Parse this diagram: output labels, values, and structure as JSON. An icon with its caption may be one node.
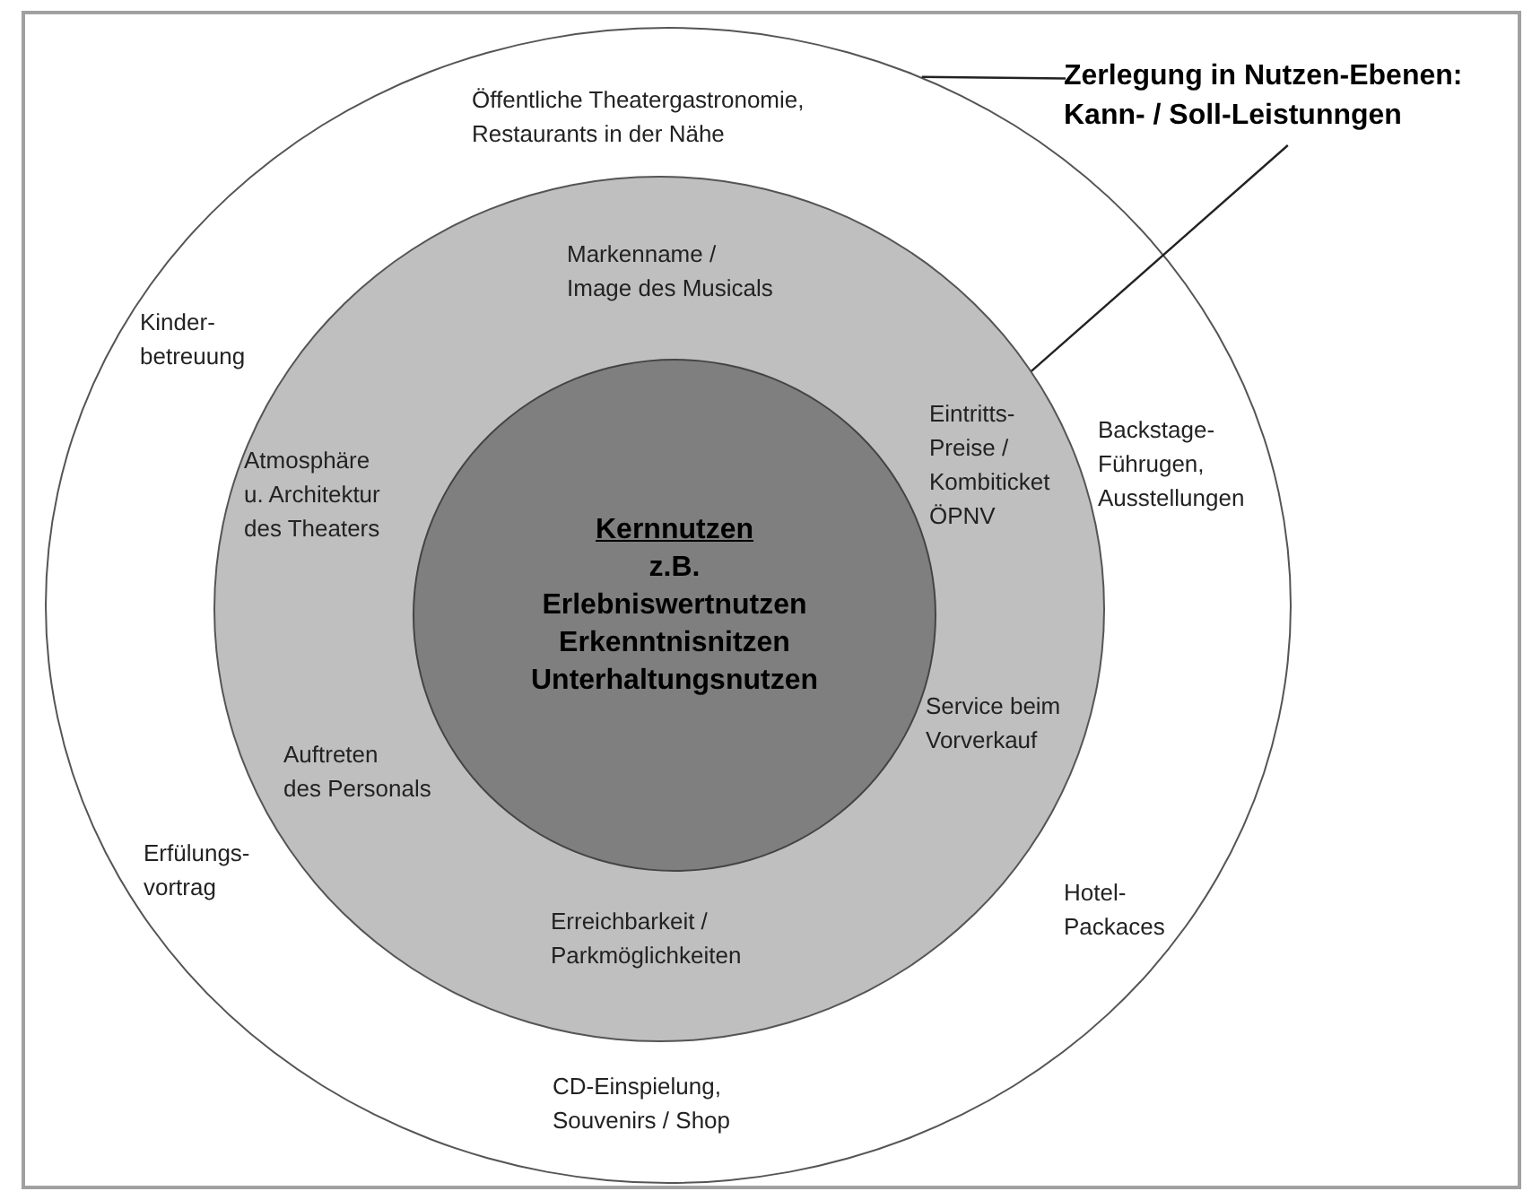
{
  "diagram": {
    "nodes": [
      {
        "text": [
          "Öffentliche Theatergastronomie, Restaurants in der Nähe",
          "Kinder- betreuung",
          "Backstage- Führugen, Ausstellungen",
          "Erfülungs- vortrag",
          "Hotel- Packaces",
          "CD-Einspielung, Souvenirs / Shop"
        ]
      },
      {
        "text": [
          "Markenname / Image des Musicals",
          "Atmosphäre u. Architektur des Theaters",
          "Eintritts- Preise / Kombiticket ÖPNV",
          "Auftreten des Personals",
          "Service beim Vorverkauf",
          "Erreichbarkeit / Parkmöglichkeiten"
        ],
        "in": 0
      },
      {
        "text": [
          "Kernnutzen",
          "z.B. Erlebniswertnutzen Erkenntnisnitzen Unterhaltungsnutzen"
        ],
        "in": 1
      },
      {
        "text": [
          "Zerlegung in Nutzen-Ebenen: Kann- / Soll-Leistunngen"
        ]
      }
    ],
    "edges": [
      {
        "from": 3,
        "to": 0,
        "arrow": "none"
      },
      {
        "from": 3,
        "to": 1,
        "arrow": "none"
      }
    ]
  }
}
